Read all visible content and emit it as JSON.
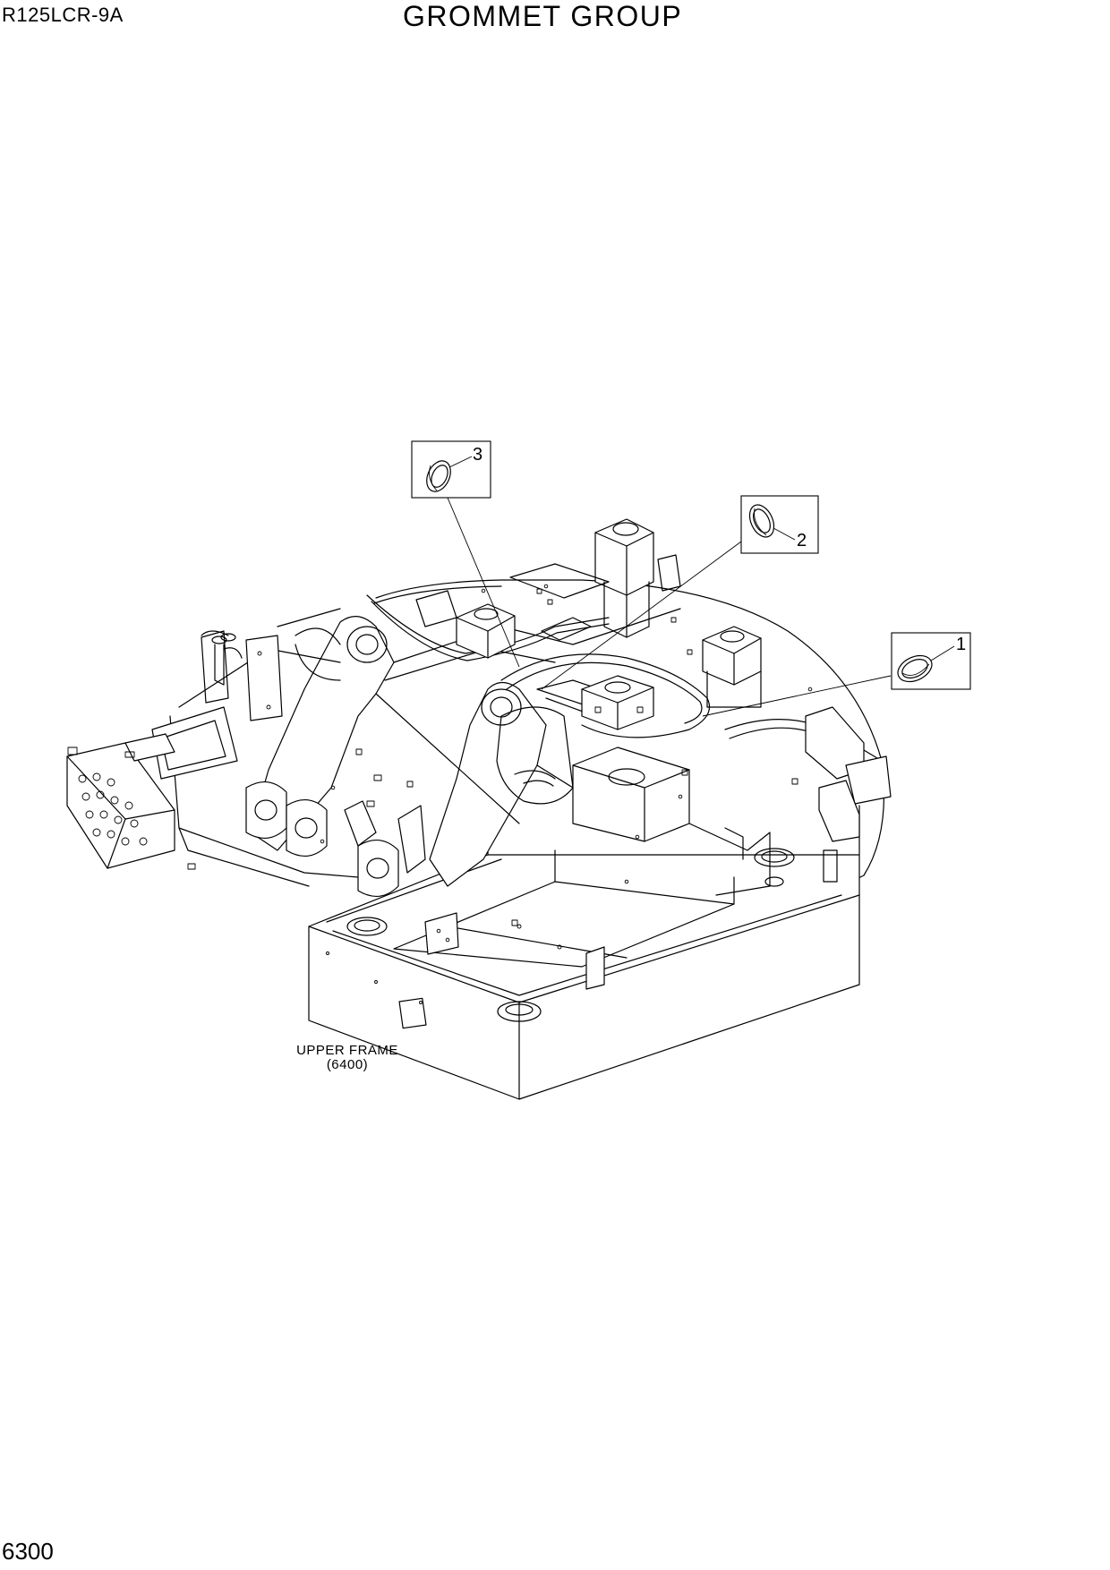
{
  "header": {
    "model_code": "R125LCR-9A",
    "title": "GROMMET GROUP"
  },
  "footer": {
    "page_number": "6300"
  },
  "diagram": {
    "callouts": [
      {
        "number": "1",
        "part": "grommet"
      },
      {
        "number": "2",
        "part": "grommet"
      },
      {
        "number": "3",
        "part": "grommet"
      }
    ],
    "reference_label": {
      "line1": "UPPER FRAME",
      "line2": "(6400)"
    },
    "icons": [
      "grommet-icon",
      "upper-frame-drawing"
    ]
  }
}
